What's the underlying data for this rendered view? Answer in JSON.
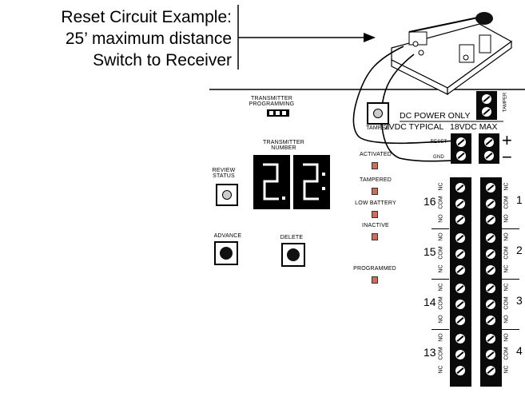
{
  "callout": {
    "line1": "Reset Circuit Example:",
    "line2": "25’ maximum distance",
    "line3": "Switch to Receiver"
  },
  "labels": {
    "transmitter_programming_1": "TRANSMITTER",
    "transmitter_programming_2": "PROGRAMMING",
    "transmitter_number_1": "TRANSMITTER",
    "transmitter_number_2": "NUMBER",
    "tamper": "TAMPER",
    "tamper_side": "TAMPER",
    "review_status_1": "REVIEW",
    "review_status_2": "STATUS",
    "advance": "ADVANCE",
    "delete": "DELETE",
    "activated": "ACTIVATED",
    "tampered": "TAMPERED",
    "low_battery": "LOW BATTERY",
    "inactive": "INACTIVE",
    "programmed": "PROGRAMMED",
    "dc_power_only": "DC POWER ONLY",
    "vdc_typical": "12VDC TYPICAL",
    "vdc_max": "18VDC MAX",
    "reset": "RESET",
    "gnd": "GND",
    "plus": "+",
    "minus": "−"
  },
  "display": {
    "digits": "22"
  },
  "relays": {
    "left_zones": [
      "16",
      "15",
      "14",
      "13"
    ],
    "right_zones": [
      "1",
      "2",
      "3",
      "4"
    ],
    "pin_labels_left": [
      [
        "NC",
        "COM",
        "NO"
      ],
      [
        "NO",
        "COM",
        "NC"
      ],
      [
        "NC",
        "COM",
        "NO"
      ],
      [
        "NO",
        "COM",
        "NC"
      ]
    ],
    "pin_labels_right": [
      [
        "NC",
        "COM",
        "NO"
      ],
      [
        "NO",
        "COM",
        "NC"
      ],
      [
        "NC",
        "COM",
        "NO"
      ],
      [
        "NO",
        "COM",
        "NC"
      ]
    ]
  },
  "colors": {
    "led": "#c86f5e",
    "terminal": "#0a0a0a"
  }
}
